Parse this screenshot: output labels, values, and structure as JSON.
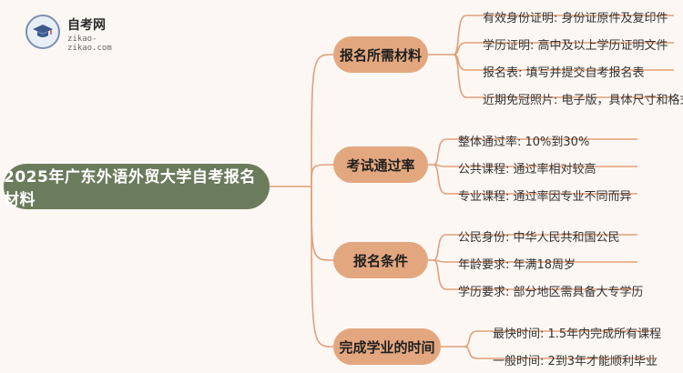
{
  "brand": {
    "name": "自考网",
    "domain": "zikao-zikao.com"
  },
  "root": {
    "label": "2025年广东外语外贸大学自考报名材料",
    "color": "#6b7c5c"
  },
  "colors": {
    "branch_bg": "#e3a77f",
    "link": "#e0a07a"
  },
  "branches": [
    {
      "label": "报名所需材料",
      "leaves": [
        "有效身份证明: 身份证原件及复印件",
        "学历证明: 高中及以上学历证明文件",
        "报名表: 填写并提交自考报名表",
        "近期免冠照片: 电子版，具体尺寸和格式"
      ]
    },
    {
      "label": "考试通过率",
      "leaves": [
        "整体通过率: 10%到30%",
        "公共课程: 通过率相对较高",
        "专业课程: 通过率因专业不同而异"
      ]
    },
    {
      "label": "报名条件",
      "leaves": [
        "公民身份: 中华人民共和国公民",
        "年龄要求: 年满18周岁",
        "学历要求: 部分地区需具备大专学历"
      ]
    },
    {
      "label": "完成学业的时间",
      "leaves": [
        "最快时间: 1.5年内完成所有课程",
        "一般时间: 2到3年才能顺利毕业"
      ]
    }
  ]
}
